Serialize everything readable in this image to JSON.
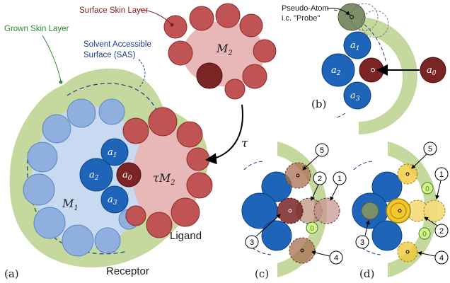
{
  "labels": {
    "surface_skin_layer": "Surface Skin Layer",
    "grown_skin_layer": "Grown Skin Layer",
    "sas_line1": "Solvent Accessible",
    "sas_line2": "Surface (SAS)",
    "pseudo_atom_line1": "Pseudo-Atom",
    "pseudo_atom_line2": "i.c. \"Probe\"",
    "m2": "M",
    "m2_sub": "2",
    "m1": "M",
    "m1_sub": "1",
    "tau_m2_tau": "τ",
    "tau_m2_m": "M",
    "tau_m2_sub": "2",
    "tau": "τ",
    "ligand": "Ligand",
    "receptor": "Receptor",
    "a1": "a",
    "a1_sub": "1",
    "a2": "a",
    "a2_sub": "2",
    "a3": "a",
    "a3_sub": "3",
    "a0": "a",
    "a0_sub": "0",
    "panel_a": "(a)",
    "panel_b": "(b)",
    "panel_c": "(c)",
    "panel_d": "(d)",
    "num_0": "0",
    "num_1": "1",
    "num_2": "2",
    "num_3": "3",
    "num_4": "4",
    "num_5": "5"
  },
  "colors": {
    "grown_skin": "#c5d99e",
    "receptor_light": "#8fb0de",
    "receptor_light_stroke": "#5c86c2",
    "receptor_core": "#c8daf2",
    "blue_atom": "#1e64b8",
    "blue_stroke": "#0d3f80",
    "red_atom": "#c05454",
    "red_stroke": "#8a2a2a",
    "dark_red": "#7a2424",
    "ligand_core": "#e8b8b8",
    "probe_gray": "#7d8f68",
    "yellow_atom": "#f2c62c",
    "pale_yellow": "#f5da7a",
    "green_label": "#d9f28a",
    "brown_atom": "#a86e52",
    "pink_atom": "#c99090",
    "label_green_text": "#2e8b2e",
    "label_red_text": "#8b1a1a",
    "label_blue_text": "#1a3c8c"
  }
}
